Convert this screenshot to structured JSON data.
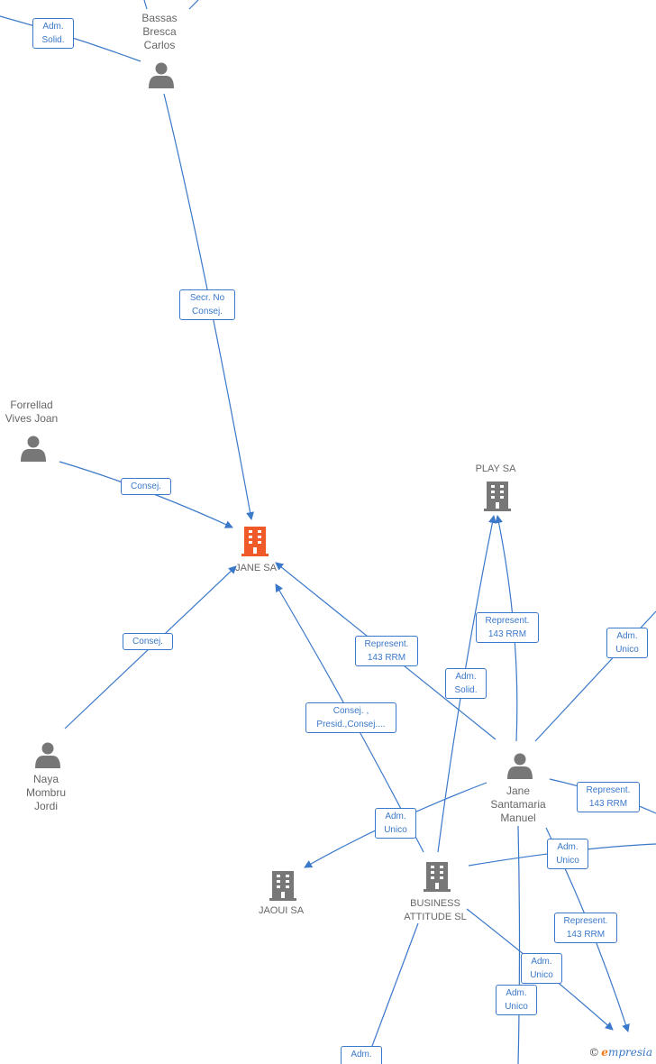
{
  "nodes": {
    "bassas": {
      "label": "Bassas\nBresca\nCarlos"
    },
    "forrellad": {
      "label": "Forrellad\nVives Joan"
    },
    "naya": {
      "label": "Naya\nMombru\nJordi"
    },
    "jane_santamaria": {
      "label": "Jane\nSantamaria\nManuel"
    },
    "jane_sa": {
      "label": "JANE SA"
    },
    "play_sa": {
      "label": "PLAY SA"
    },
    "jaoui_sa": {
      "label": "JAOUI SA"
    },
    "business_attitude": {
      "label": "BUSINESS\nATTITUDE  SL"
    }
  },
  "edge_labels": {
    "adm_solid_top": "Adm.\nSolid.",
    "secr_no_consej": "Secr.  No\nConsej.",
    "consej_forrellad": "Consej.",
    "consej_naya": "Consej.",
    "consej_presid": "Consej. ,\nPresid.,Consej....",
    "represent_jane_sa": "Represent.\n143 RRM",
    "represent_play_sa": "Represent.\n143 RRM",
    "adm_solid_play": "Adm.\nSolid.",
    "adm_unico_right_top": "Adm.\nUnico",
    "adm_unico_jaoui": "Adm.\nUnico",
    "represent_right": "Represent.\n143 RRM",
    "adm_unico_right_mid": "Adm.\nUnico",
    "represent_bottom": "Represent.\n143 RRM",
    "adm_unico_bottom1": "Adm.\nUnico",
    "adm_unico_bottom2": "Adm.\nUnico",
    "adm_bottom": "Adm."
  },
  "brand": {
    "copyright": "©",
    "initial": "e",
    "rest": "mpresia"
  },
  "colors": {
    "edge": "#3a78c9",
    "person": "#777777",
    "company": "#777777",
    "focus_company": "#f05a28"
  }
}
